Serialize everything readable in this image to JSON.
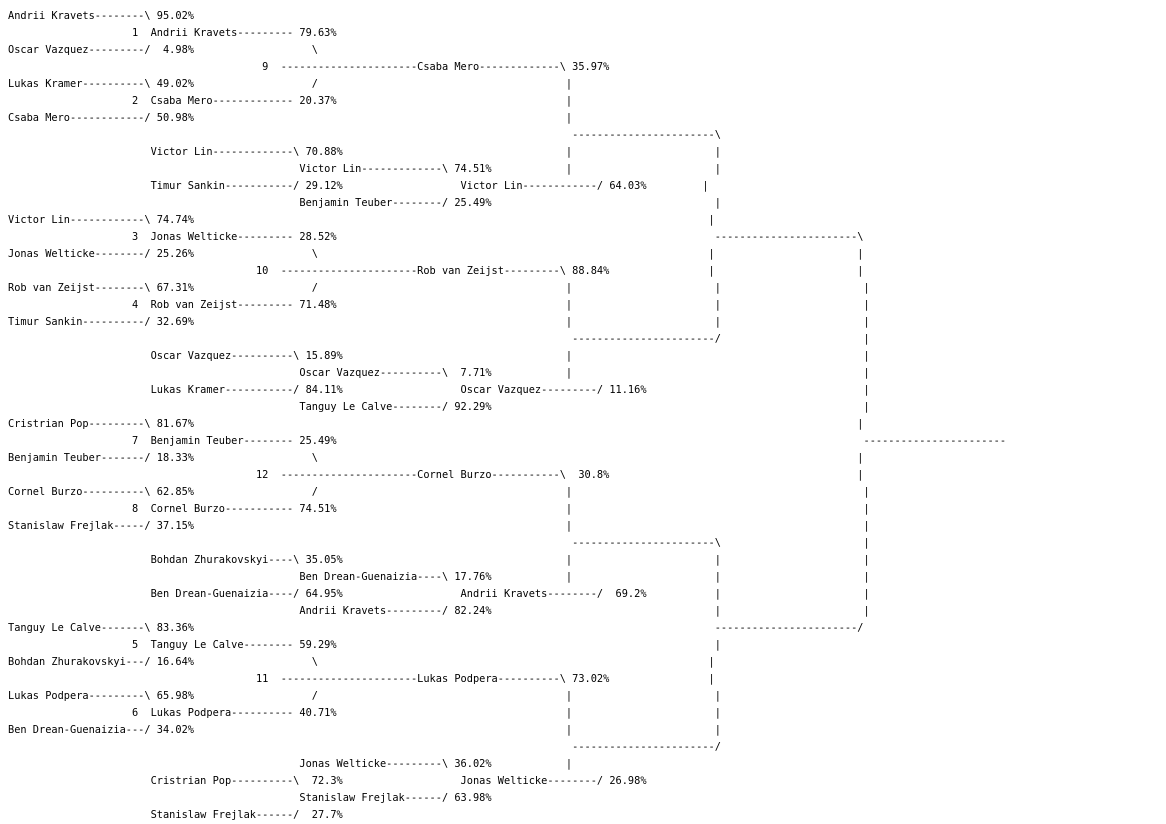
{
  "bracket_lines": [
    "Andrii Kravets--------\\ 95.02%",
    "                    1  Andrii Kravets--------- 79.63%",
    "Oscar Vazquez---------/  4.98%                   \\",
    "                                         9  ----------------------Csaba Mero-------------\\ 35.97%",
    "Lukas Kramer----------\\ 49.02%                   /                                        |",
    "                    2  Csaba Mero------------- 20.37%                                     |",
    "Csaba Mero------------/ 50.98%                                                            |",
    "                                                                                           -----------------------\\",
    "                       Victor Lin-------------\\ 70.88%                                    |                       |",
    "                                               Victor Lin-------------\\ 74.51%            |                       |",
    "                       Timur Sankin-----------/ 29.12%                   Victor Lin------------/ 64.03%         |",
    "                                               Benjamin Teuber--------/ 25.49%                                    |",
    "Victor Lin------------\\ 74.74%                                                                                   |",
    "                    3  Jonas Welticke--------- 28.52%                                                             -----------------------\\",
    "Jonas Welticke--------/ 25.26%                   \\                                                               |                       |",
    "                                        10  ----------------------Rob van Zeijst---------\\ 88.84%                |                       |",
    "Rob van Zeijst--------\\ 67.31%                   /                                        |                       |                       |",
    "                    4  Rob van Zeijst--------- 71.48%                                     |                       |                       |",
    "Timur Sankin----------/ 32.69%                                                            |                       |                       |",
    "                                                                                           -----------------------/                       |",
    "                       Oscar Vazquez----------\\ 15.89%                                    |                                               |",
    "                                               Oscar Vazquez----------\\  7.71%            |                                               |",
    "                       Lukas Kramer-----------/ 84.11%                   Oscar Vazquez---------/ 11.16%                                   |",
    "                                               Tanguy Le Calve--------/ 92.29%                                                            |",
    "Cristrian Pop---------\\ 81.67%                                                                                                           |",
    "                    7  Benjamin Teuber-------- 25.49%                                                                                     -----------------------",
    "Benjamin Teuber-------/ 18.33%                   \\                                                                                       |",
    "                                        12  ----------------------Cornel Burzo-----------\\  30.8%                                        |",
    "Cornel Burzo----------\\ 62.85%                   /                                        |                                               |",
    "                    8  Cornel Burzo----------- 74.51%                                     |                                               |",
    "Stanislaw Frejlak-----/ 37.15%                                                            |                                               |",
    "                                                                                           -----------------------\\                       |",
    "                       Bohdan Zhurakovskyi----\\ 35.05%                                    |                       |                       |",
    "                                               Ben Drean-Guenaizia----\\ 17.76%            |                       |                       |",
    "                       Ben Drean-Guenaizia----/ 64.95%                   Andrii Kravets--------/  69.2%           |                       |",
    "                                               Andrii Kravets---------/ 82.24%                                    |                       |",
    "Tanguy Le Calve-------\\ 83.36%                                                                                    -----------------------/",
    "                    5  Tanguy Le Calve-------- 59.29%                                                             |",
    "Bohdan Zhurakovskyi---/ 16.64%                   \\                                                               |",
    "                                        11  ----------------------Lukas Podpera----------\\ 73.02%                |",
    "Lukas Podpera---------\\ 65.98%                   /                                        |                       |",
    "                    6  Lukas Podpera---------- 40.71%                                     |                       |",
    "Ben Drean-Guenaizia---/ 34.02%                                                            |                       |",
    "                                                                                           -----------------------/",
    "                                               Jonas Welticke---------\\ 36.02%            |",
    "                       Cristrian Pop----------\\  72.3%                   Jonas Welticke--------/ 26.98%",
    "                                               Stanislaw Frejlak------/ 63.98%",
    "                       Stanislaw Frejlak------/  27.7%"
  ]
}
